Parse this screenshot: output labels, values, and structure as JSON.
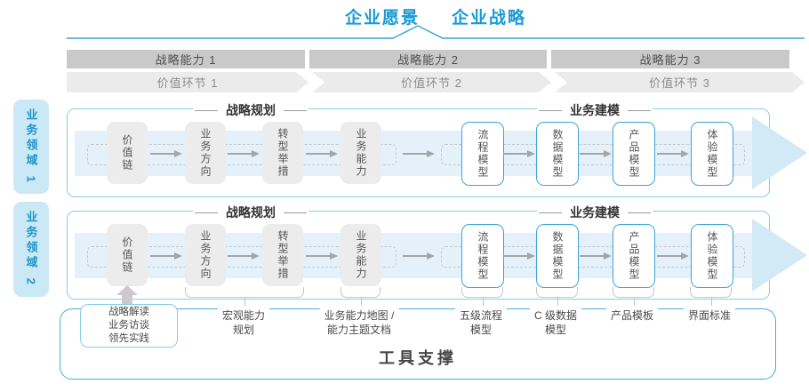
{
  "title": {
    "vision": "企业愿景",
    "strategy": "企业战略"
  },
  "capability_bars": [
    "战略能力 1",
    "战略能力 2",
    "战略能力 3"
  ],
  "value_bars": [
    "价值环节 1",
    "价值环节 2",
    "价值环节 3"
  ],
  "domains": [
    "业务领域 1",
    "业务领域 2"
  ],
  "lanes": [
    {
      "planning_title": "战略规划",
      "modeling_title": "业务建模",
      "planning_boxes": [
        "价值链",
        "业务方向",
        "转型举措",
        "业务能力"
      ],
      "modeling_boxes": [
        "流程模型",
        "数据模型",
        "产品模型",
        "体验模型"
      ]
    },
    {
      "planning_title": "战略规划",
      "modeling_title": "业务建模",
      "planning_boxes": [
        "价值链",
        "业务方向",
        "转型举措",
        "业务能力"
      ],
      "modeling_boxes": [
        "流程模型",
        "数据模型",
        "产品模型",
        "体验模型"
      ]
    }
  ],
  "bottom": {
    "practice_box_lines": [
      "战略解读",
      "业务访谈",
      "领先实践"
    ],
    "annotations": [
      {
        "lines": [
          "宏观能力",
          "规划"
        ]
      },
      {
        "lines": [
          "业务能力地图 /",
          "能力主题文档"
        ]
      },
      {
        "lines": [
          "五级流程",
          "模型"
        ]
      },
      {
        "lines": [
          "C 级数据",
          "模型"
        ]
      },
      {
        "lines": [
          "产品模板"
        ]
      },
      {
        "lines": [
          "界面标准"
        ]
      }
    ],
    "tools_label": "工具支撑"
  },
  "colors": {
    "accent_blue": "#1a9ad6",
    "line_blue": "#3aa2d4",
    "domain_fill": "#cbe8f6",
    "domain_text": "#1f95cc",
    "lane_border": "#8ccbe8",
    "band_fill": "#e5f1fa",
    "arrowhead_fill": "#d2e9f6",
    "gray_box_fill": "#ececec",
    "blue_box_border": "#3fa3d8",
    "capability_bar_fill": "#c9c9c9",
    "value_bar_fill": "#ebebeb",
    "flow_arrow": "#a5a5a5",
    "tools_border": "#45aedd",
    "brace_gray": "#c6c6c6"
  }
}
